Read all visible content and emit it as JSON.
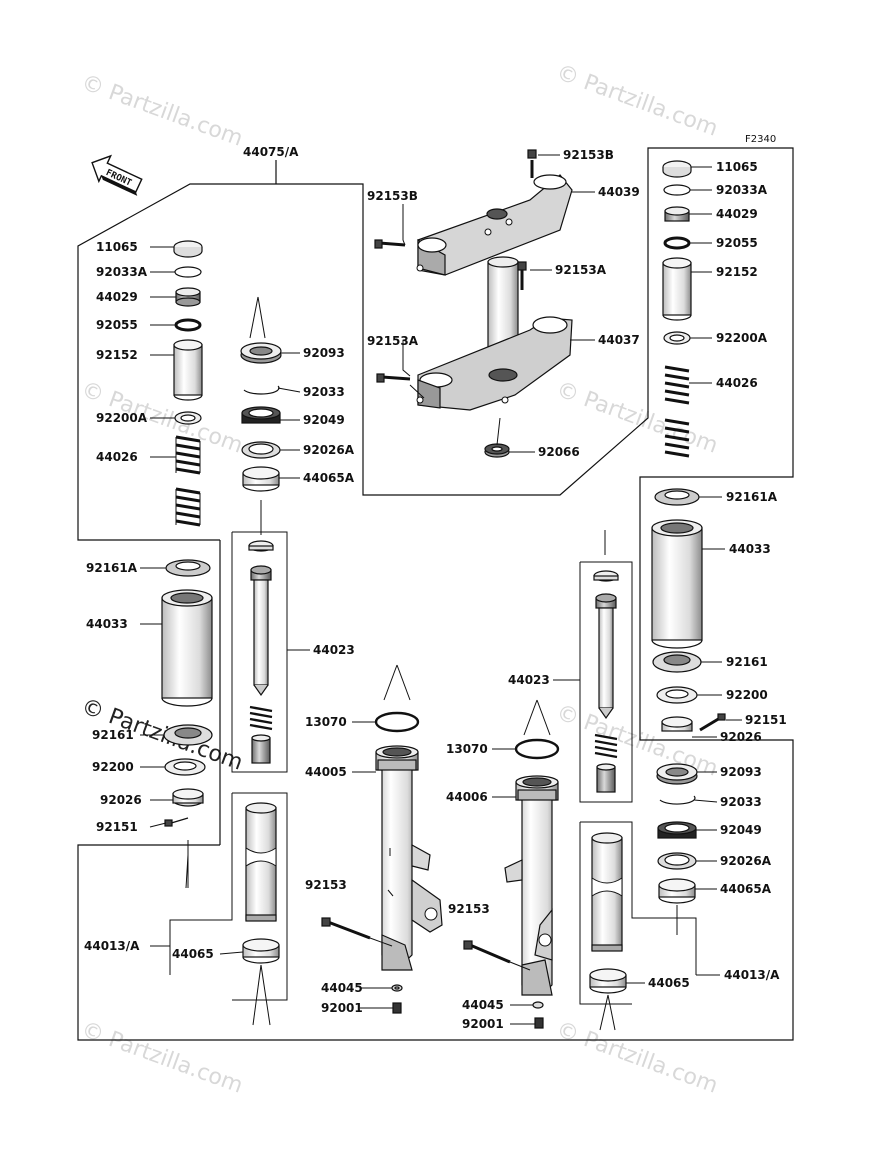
{
  "diagram_code": "F2340",
  "front_arrow_label": "FRONT",
  "watermark_text": "© Partzilla.com",
  "colors": {
    "ink": "#111111",
    "watermark": "#d8d8d8",
    "part_fill": "#eeeeee",
    "part_shade": "#9a9a9a",
    "background": "#ffffff"
  },
  "labels": {
    "assy_left": "44075/A",
    "l_11065": "11065",
    "l_92033A": "92033A",
    "l_44029": "44029",
    "l_92055": "92055",
    "l_92152": "92152",
    "l_92200A": "92200A",
    "l_44026": "44026",
    "l_92161A": "92161A",
    "l_44033": "44033",
    "l_92161": "92161",
    "l_92200": "92200",
    "l_92026": "92026",
    "l_92151": "92151",
    "l_44013A": "44013/A",
    "l_44065": "44065",
    "lc_92093": "92093",
    "lc_92033": "92033",
    "lc_92049": "92049",
    "lc_92026A": "92026A",
    "lc_44065A": "44065A",
    "lc_44023": "44023",
    "c_13070": "13070",
    "c_44005": "44005",
    "c_92153": "92153",
    "c_44045": "44045",
    "c_92001": "92001",
    "t_92153B_top": "92153B",
    "t_44039": "44039",
    "t_92153B_side": "92153B",
    "t_92153A_top": "92153A",
    "t_92153A_side": "92153A",
    "t_44037": "44037",
    "t_92066": "92066",
    "r_44023": "44023",
    "r_13070": "13070",
    "r_44006": "44006",
    "r_92153": "92153",
    "r_44045": "44045",
    "r_92001": "92001",
    "r_11065": "11065",
    "r_92033A": "92033A",
    "r_44029": "44029",
    "r_92055": "92055",
    "r_92152": "92152",
    "r_92200A": "92200A",
    "r_44026": "44026",
    "r_92161A": "92161A",
    "r_44033": "44033",
    "r_92161": "92161",
    "r_92200": "92200",
    "r_92151": "92151",
    "r_92026": "92026",
    "r_92093": "92093",
    "r_92033": "92033",
    "r_92049": "92049",
    "r_92026A": "92026A",
    "r_44065A": "44065A",
    "r_44065": "44065",
    "r_44013A": "44013/A"
  }
}
